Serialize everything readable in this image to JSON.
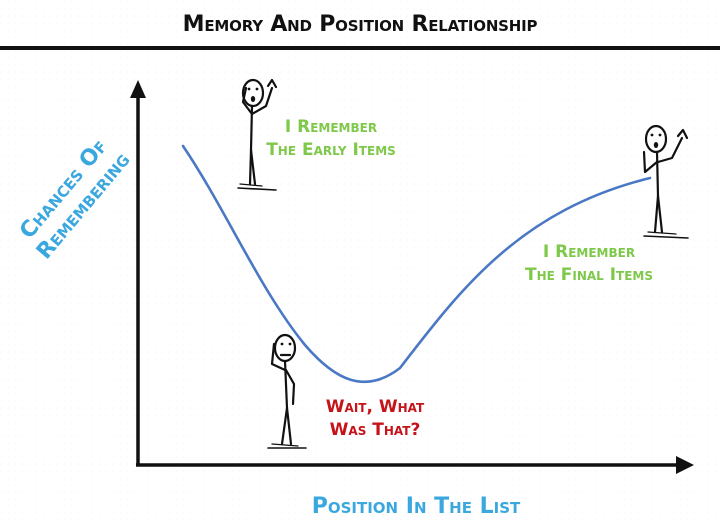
{
  "title": "Memory And Position Relationship",
  "axes": {
    "y_label_line1": "Chances Of",
    "y_label_line2": "Remembering",
    "x_label": "Position In The List"
  },
  "annotations": {
    "early_line1": "I Remember",
    "early_line2": "The Early Items",
    "final_line1": "I Remember",
    "final_line2": "The Final Items",
    "wait_line1": "Wait, What",
    "wait_line2": "Was That?"
  },
  "colors": {
    "curve": "#4a78c4",
    "axis_label": "#3aa7de",
    "positive_note": "#7ec84a",
    "negative_note": "#c4141a",
    "ink": "#111111"
  },
  "figures": [
    {
      "name": "stick-figure-early",
      "pose": "excited"
    },
    {
      "name": "stick-figure-middle",
      "pose": "confused"
    },
    {
      "name": "stick-figure-final",
      "pose": "excited"
    }
  ]
}
